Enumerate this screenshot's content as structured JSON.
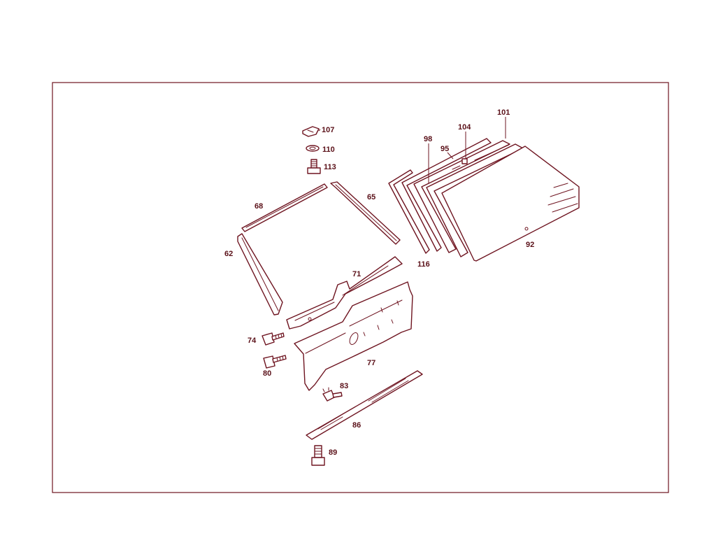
{
  "diagram": {
    "colors": {
      "line": "#6e1420",
      "label": "#5a1018",
      "background": "#ffffff"
    },
    "labels": {
      "p107": "107",
      "p110": "110",
      "p113": "113",
      "p101": "101",
      "p104": "104",
      "p98": "98",
      "p95": "95",
      "p68": "68",
      "p65": "65",
      "p62": "62",
      "p116": "116",
      "p92": "92",
      "p71": "71",
      "p74": "74",
      "p77": "77",
      "p80": "80",
      "p83": "83",
      "p86": "86",
      "p89": "89"
    }
  }
}
